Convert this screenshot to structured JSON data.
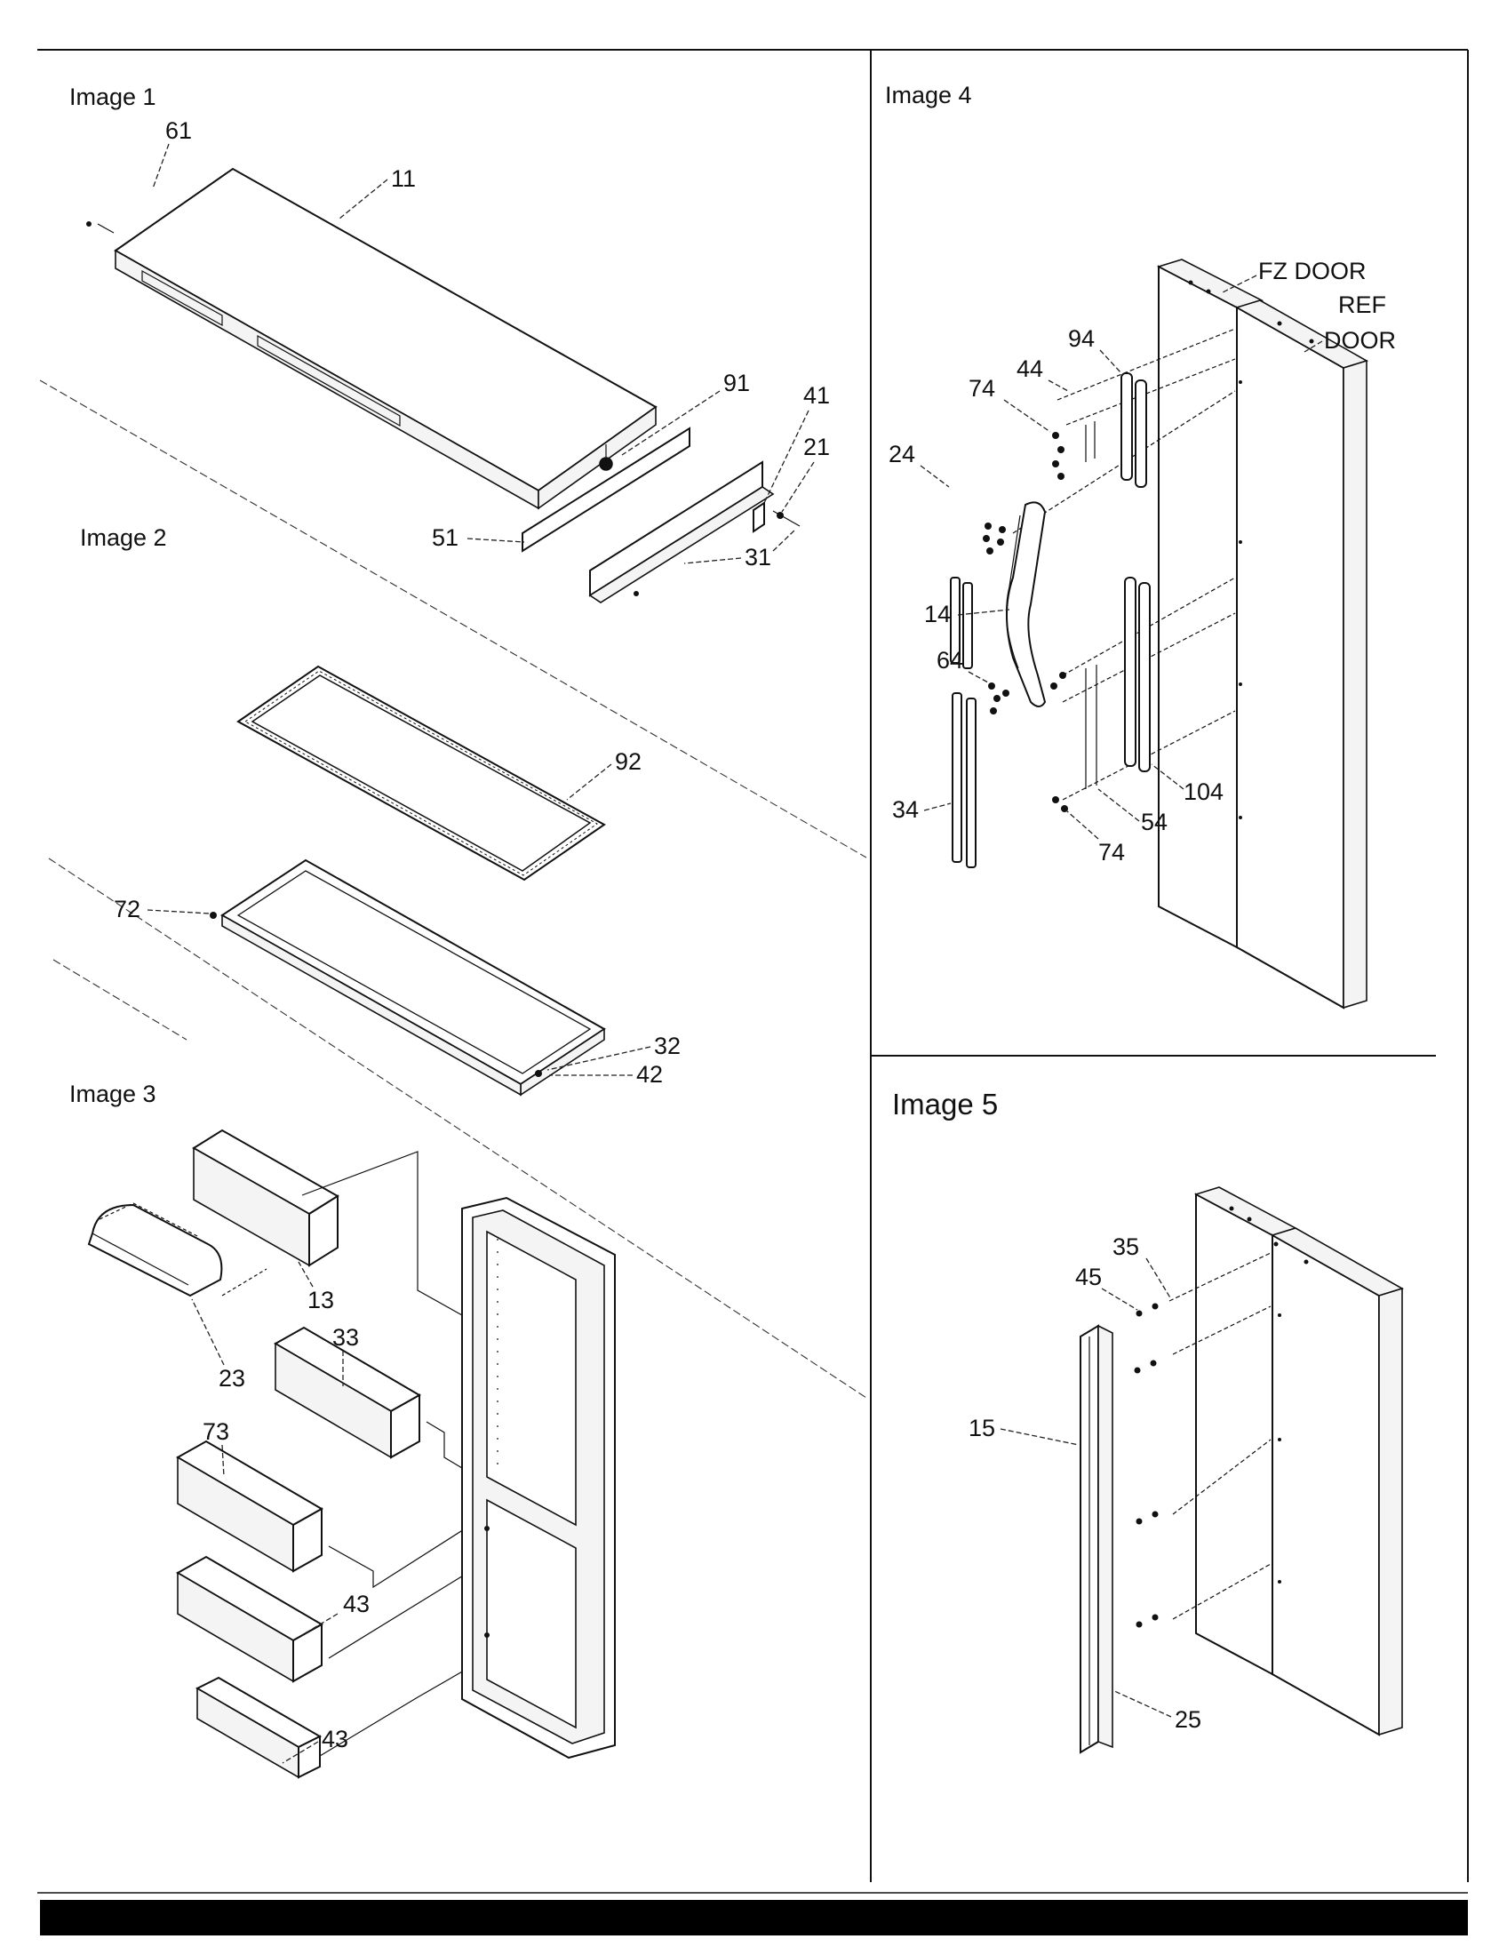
{
  "panels": {
    "p1": "Image 1",
    "p2": "Image 2",
    "p3": "Image 3",
    "p4": "Image 4",
    "p5": "Image 5"
  },
  "callouts": {
    "c11": "11",
    "c61": "61",
    "c91": "91",
    "c41": "41",
    "c21": "21",
    "c51": "51",
    "c31": "31",
    "c92": "92",
    "c72": "72",
    "c32": "32",
    "c42": "42",
    "c13": "13",
    "c23": "23",
    "c33": "33",
    "c73": "73",
    "c43a": "43",
    "c43b": "43",
    "c94": "94",
    "c44": "44",
    "c74a": "74",
    "c24": "24",
    "c14": "14",
    "c64": "64",
    "c34": "34",
    "c104": "104",
    "c54": "54",
    "c74b": "74",
    "fz_door": "FZ DOOR",
    "ref": "REF",
    "door": "DOOR",
    "c35": "35",
    "c45": "45",
    "c15": "15",
    "c25": "25"
  }
}
